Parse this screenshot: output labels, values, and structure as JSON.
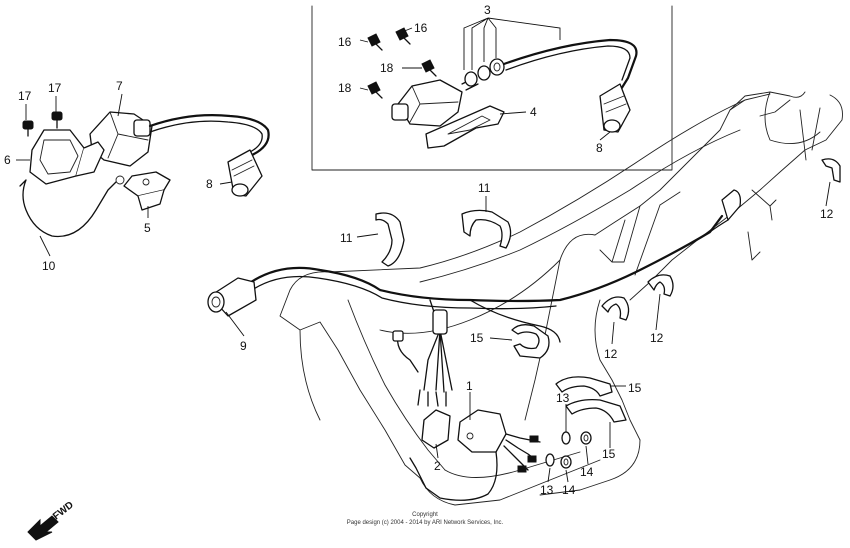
{
  "labels": {
    "l1": "1",
    "l2": "2",
    "l3": "3",
    "l4": "4",
    "l5": "5",
    "l6": "6",
    "l7": "7",
    "l8a": "8",
    "l8b": "8",
    "l9": "9",
    "l10": "10",
    "l11a": "11",
    "l11b": "11",
    "l12a": "12",
    "l12b": "12",
    "l12c": "12",
    "l13a": "13",
    "l13b": "13",
    "l14a": "14",
    "l14b": "14",
    "l15a": "15",
    "l15b": "15",
    "l15c": "15",
    "l16a": "16",
    "l16b": "16",
    "l17a": "17",
    "l17b": "17",
    "l18a": "18",
    "l18b": "18"
  },
  "copyright": {
    "line1": "Copyright",
    "line2": "Page design (c) 2004 - 2014 by ARI Network Services, Inc."
  },
  "fwd_label": "FWD"
}
